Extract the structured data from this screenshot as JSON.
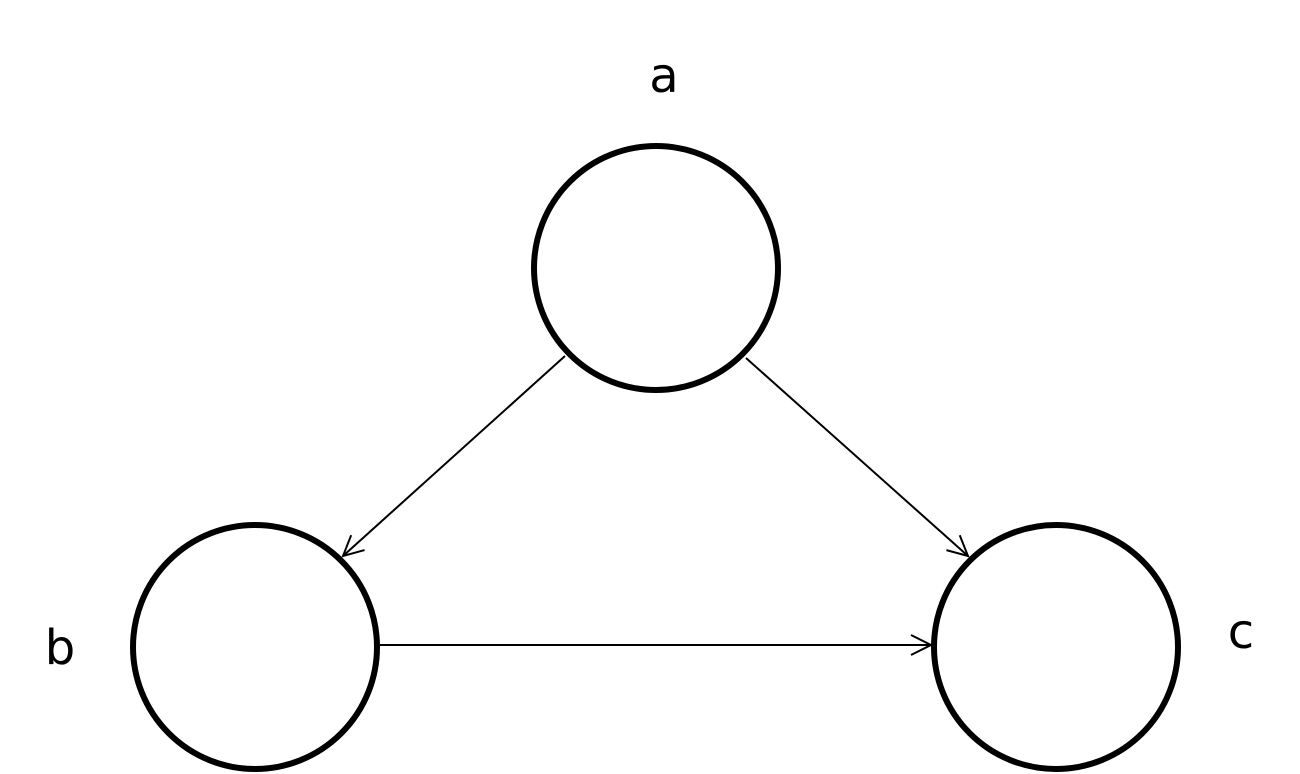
{
  "nodes": [
    {
      "id": "a",
      "label": "a"
    },
    {
      "id": "b",
      "label": "b"
    },
    {
      "id": "c",
      "label": "c"
    }
  ],
  "edges": [
    {
      "from": "a",
      "to": "b"
    },
    {
      "from": "a",
      "to": "c"
    },
    {
      "from": "b",
      "to": "c"
    }
  ],
  "colors": {
    "stroke": "#000000",
    "background": "#ffffff"
  }
}
